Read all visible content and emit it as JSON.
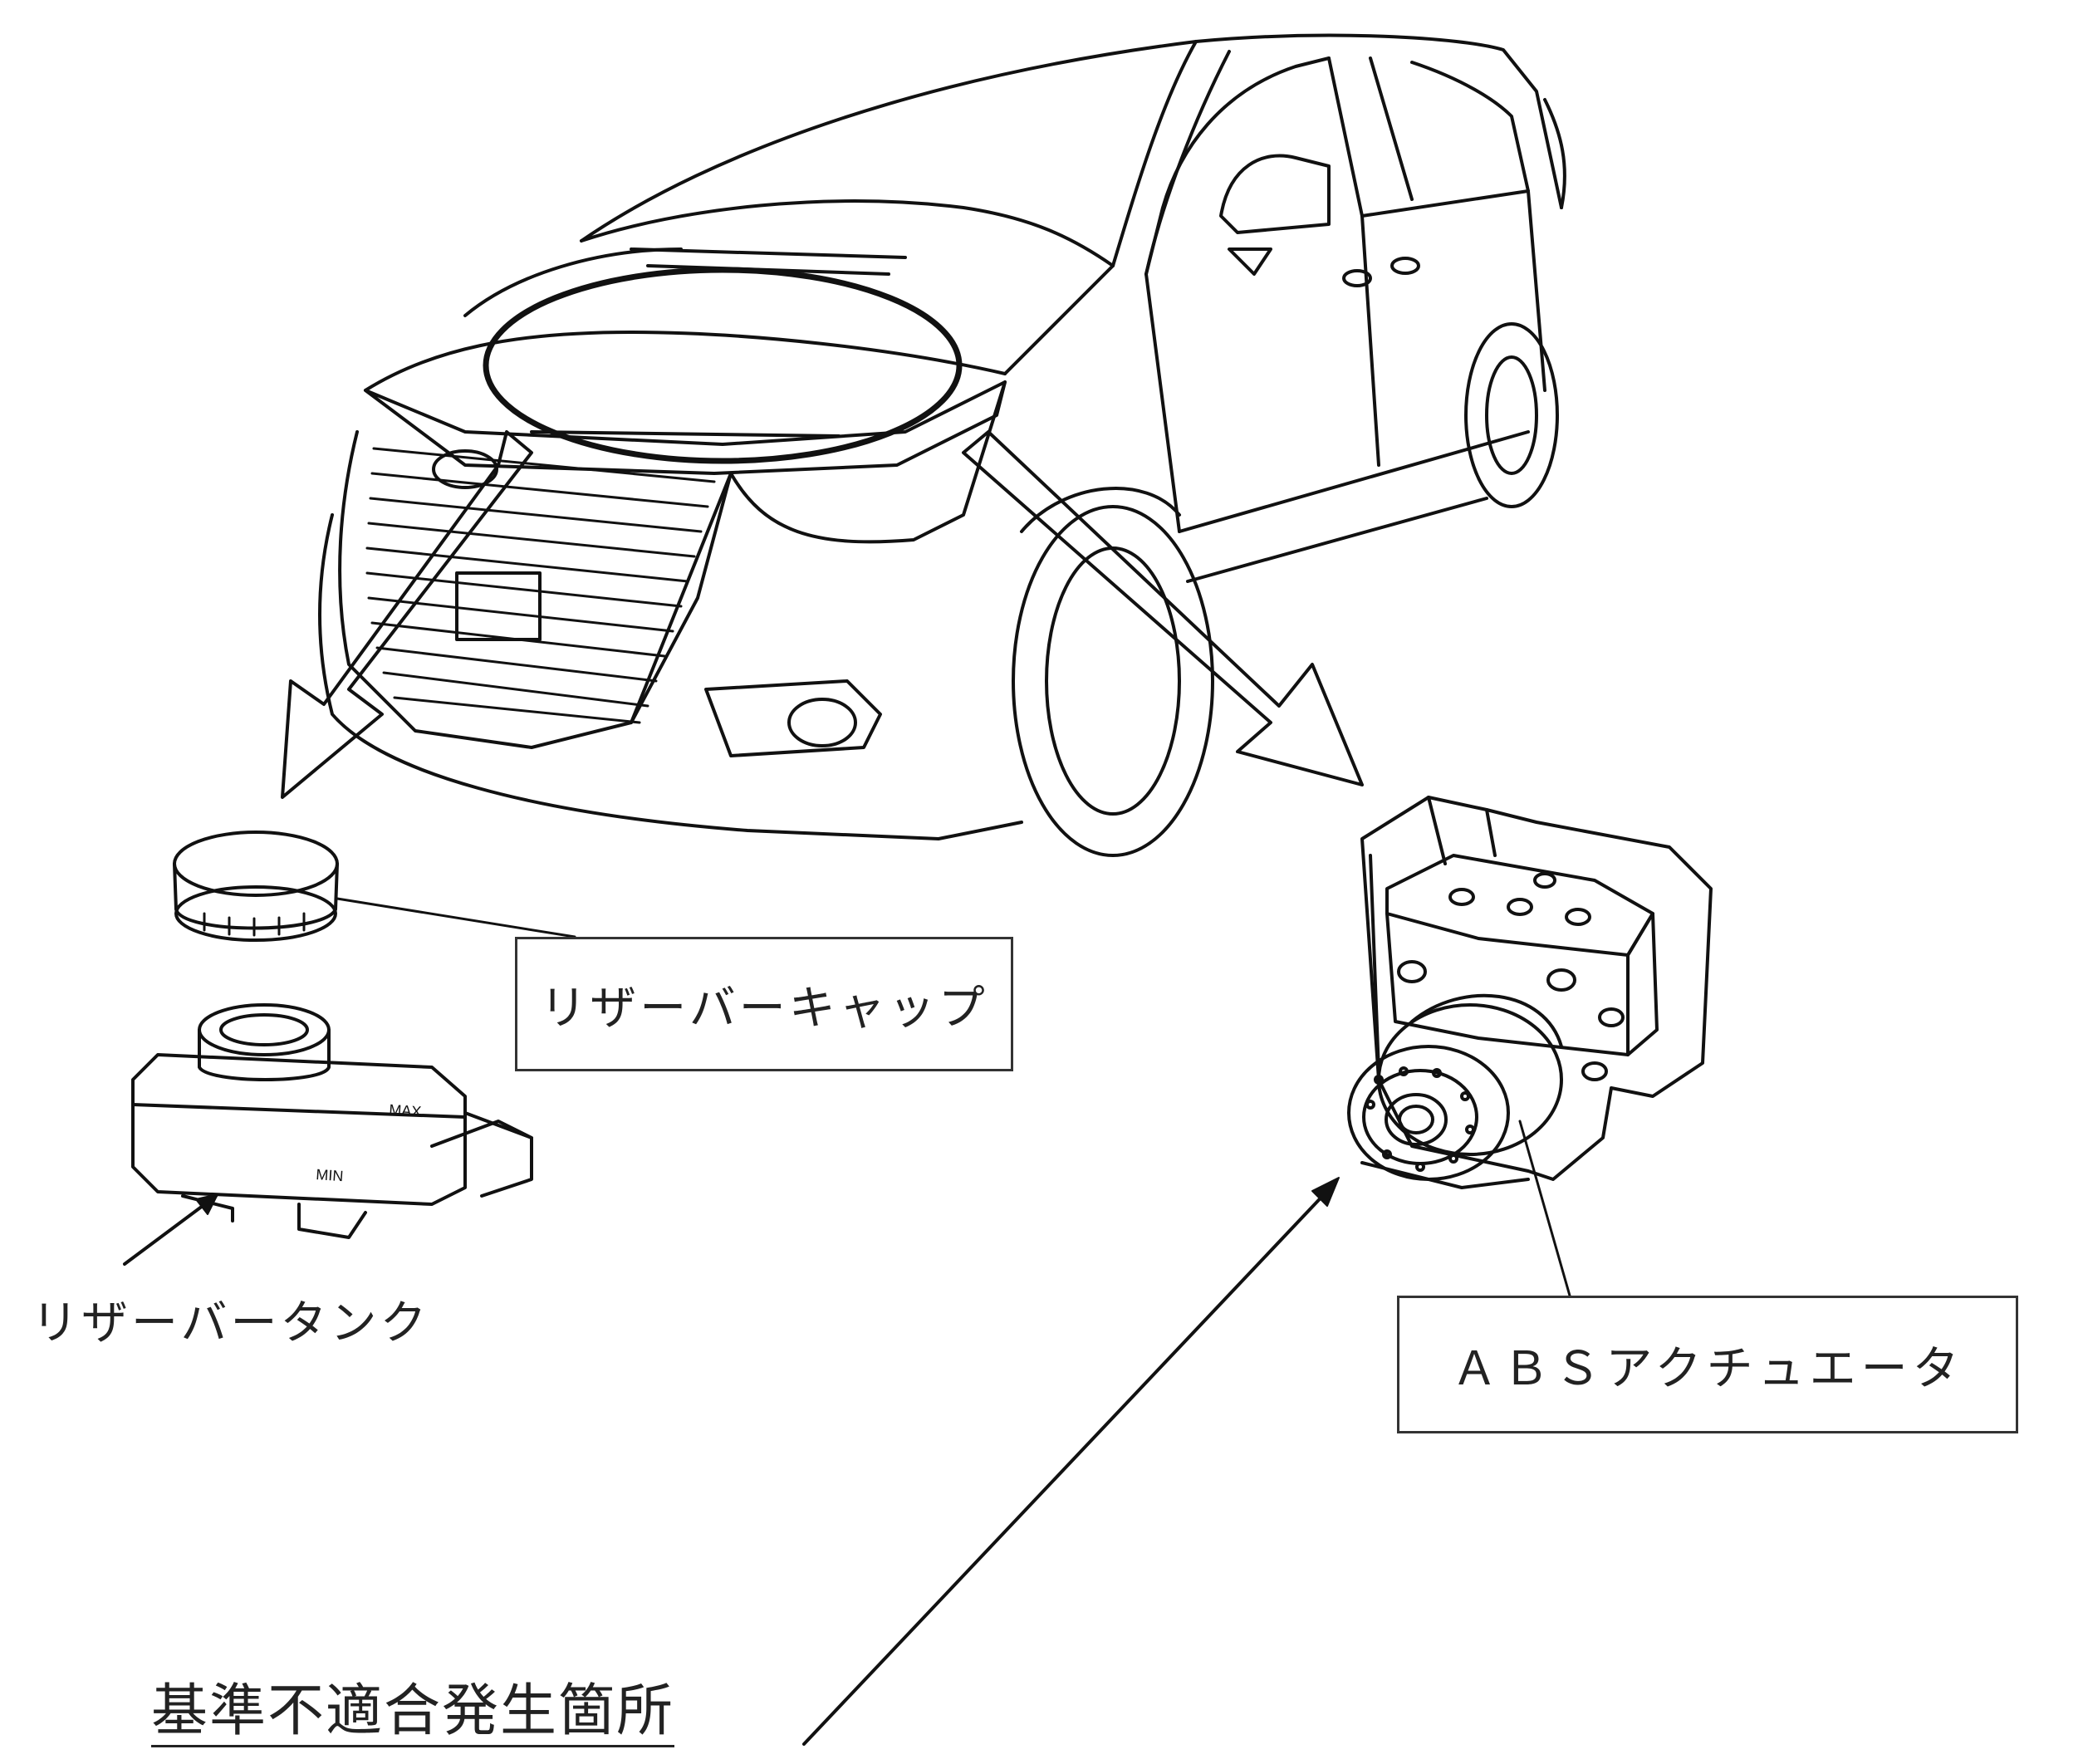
{
  "labels": {
    "reservoir_cap": "リザーバーキャップ",
    "reservoir_tank": "リザーバータンク",
    "abs_actuator": "ＡＢＳアクチュエータ",
    "defect_location": "基準不適合発生箇所"
  },
  "reservoir_tank_markings": {
    "max": "MAX",
    "min": "MIN"
  },
  "colors": {
    "line": "#111111",
    "background": "#ffffff"
  }
}
